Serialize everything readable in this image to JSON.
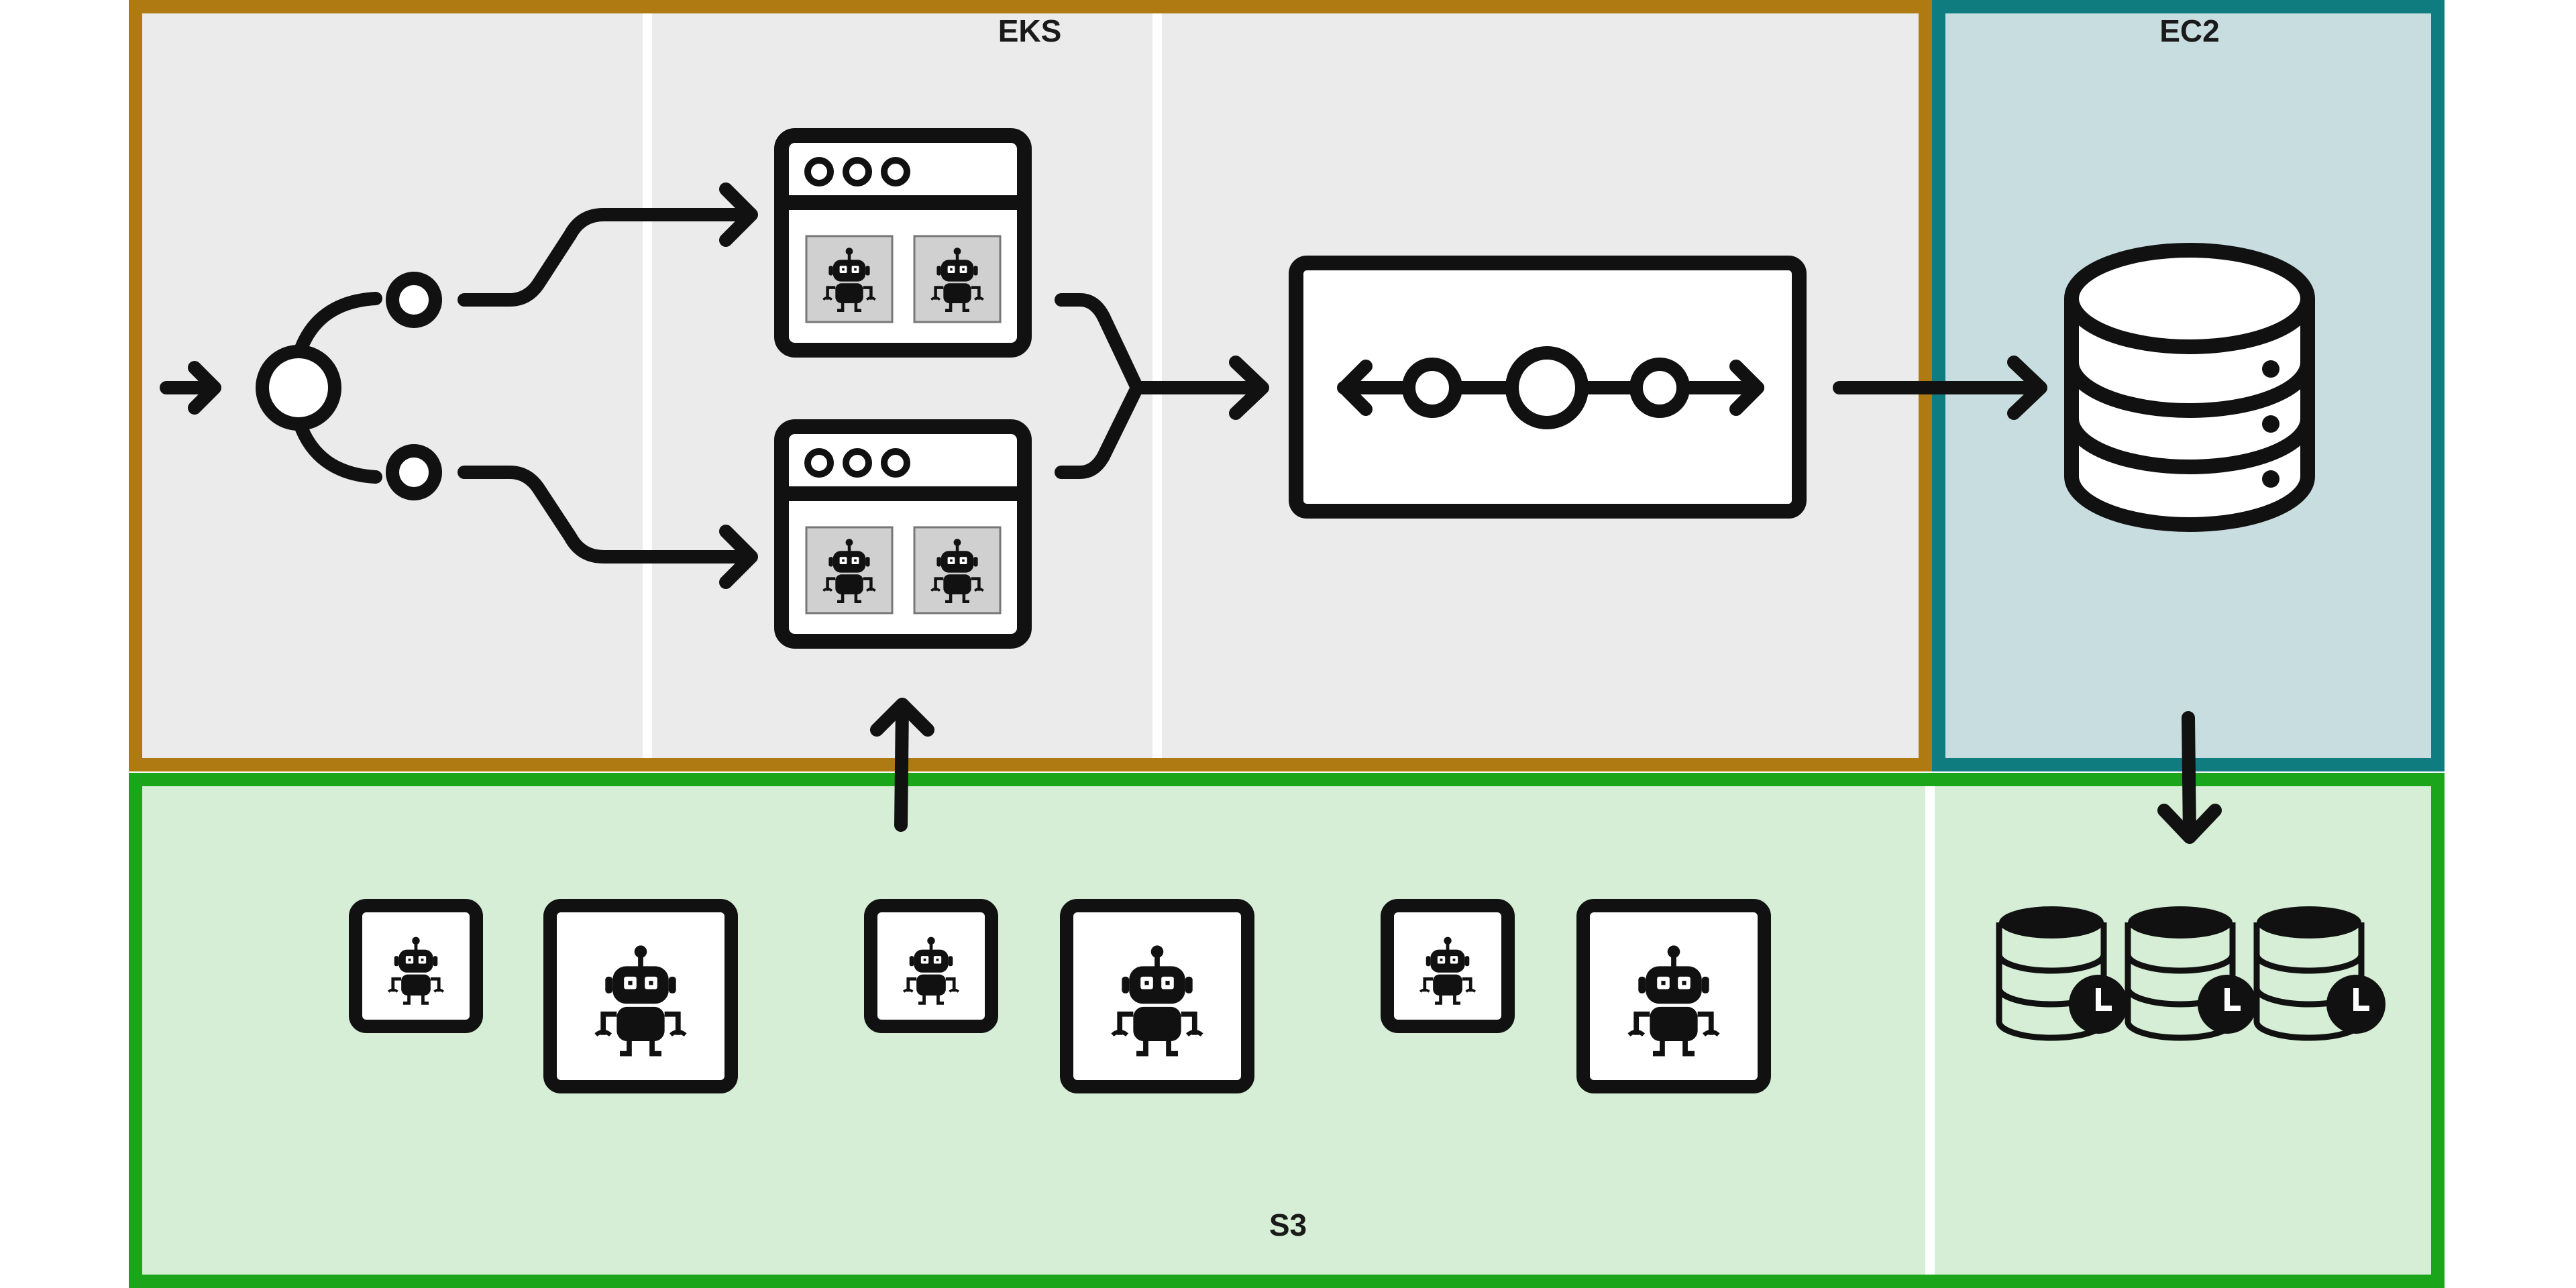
{
  "zones": {
    "eks": {
      "label": "EKS",
      "border_color": "#b07a12",
      "fill_color": "#ebebeb"
    },
    "ec2": {
      "label": "EC2",
      "border_color": "#0f7c80",
      "fill_color": "#c8dde0"
    },
    "s3": {
      "label": "S3",
      "border_color": "#1aa51a",
      "fill_color": "#d5eed5"
    }
  },
  "icons": {
    "router": "branching-router-icon",
    "app_windows": "browser-window-icon",
    "robot": "robot-icon",
    "load_balancer": "load-balancer-icon",
    "database": "database-icon",
    "snapshots": "database-snapshot-icon"
  },
  "colors": {
    "ink": "#111111",
    "robot_tile": "#d0d0d0",
    "white": "#ffffff"
  }
}
